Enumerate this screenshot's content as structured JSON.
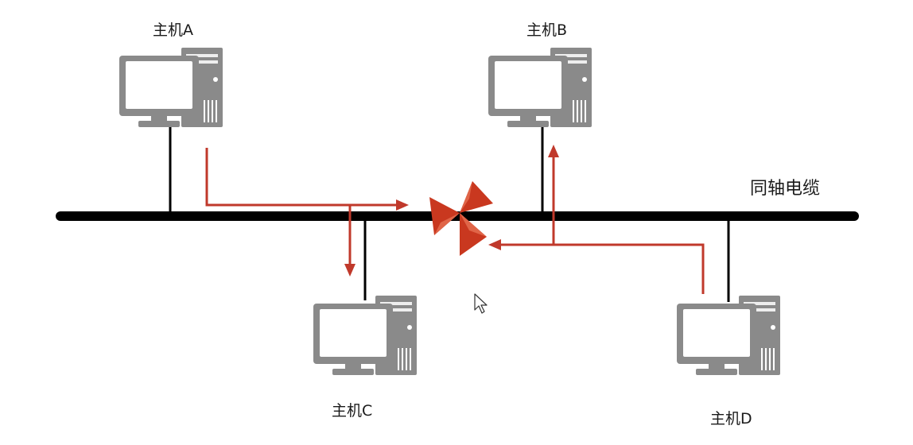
{
  "diagram": {
    "hosts": [
      {
        "id": "A",
        "label": "主机A"
      },
      {
        "id": "B",
        "label": "主机B"
      },
      {
        "id": "C",
        "label": "主机C"
      },
      {
        "id": "D",
        "label": "主机D"
      }
    ],
    "cable_label": "同轴电缆",
    "colors": {
      "bus": "#000000",
      "signal": "#c0392b",
      "computer": "#8a8a8a"
    },
    "icons": [
      "computer-icon",
      "collision-icon",
      "mouse-cursor-icon"
    ]
  }
}
